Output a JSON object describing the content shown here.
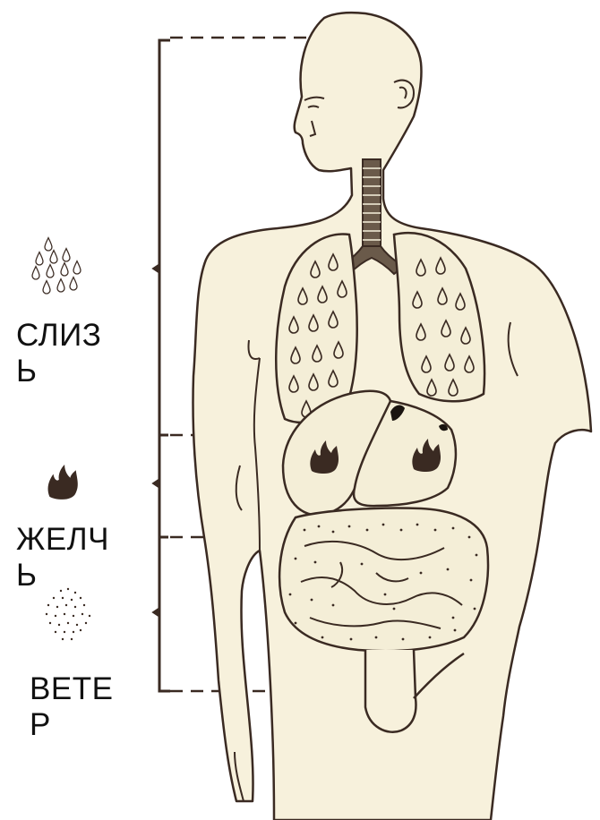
{
  "diagram": {
    "doshas": [
      {
        "label": "СЛИЗЬ",
        "line1": "СЛИЗ",
        "line2": "Ь",
        "symbol": "drops-icon"
      },
      {
        "label": "ЖЕЛЧЬ",
        "line1": "ЖЕЛЧ",
        "line2": "Ь",
        "symbol": "flame-icon"
      },
      {
        "label": "ВЕТЕР",
        "line1": "ВЕТЕ",
        "line2": "Р",
        "symbol": "dots-icon"
      }
    ],
    "colors": {
      "line": "#3a2a22",
      "body_fill": "#f7f1dc",
      "organ_fill": "#f4eed7",
      "text": "#111111"
    }
  }
}
